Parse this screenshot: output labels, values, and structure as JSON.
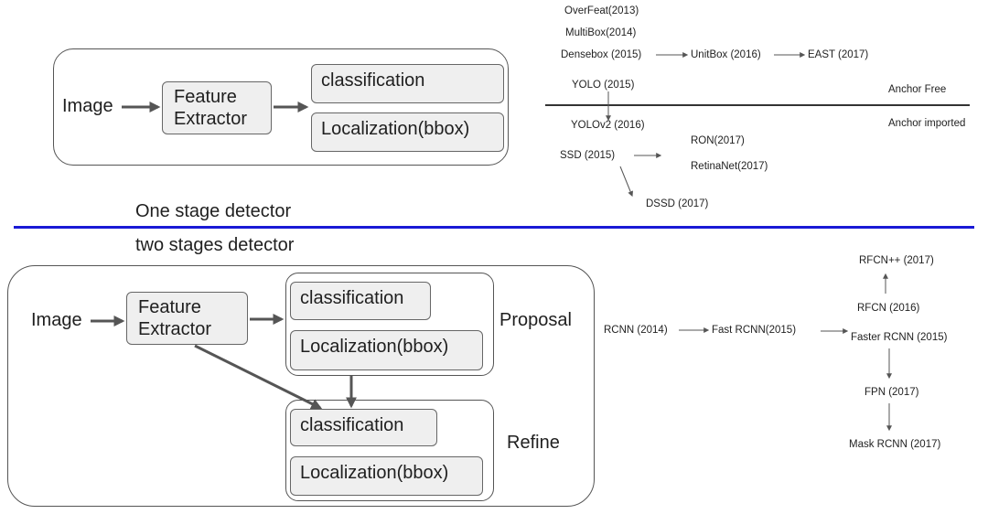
{
  "one_stage": {
    "image_label": "Image",
    "feature_extractor": [
      "Feature",
      "Extractor"
    ],
    "classification": "classification",
    "localization": "Localization(bbox)",
    "caption": "One stage detector"
  },
  "two_stage": {
    "caption": "two stages detector",
    "image_label": "Image",
    "feature_extractor": [
      "Feature",
      "Extractor"
    ],
    "proposal": {
      "label": "Proposal",
      "classification": "classification",
      "localization": "Localization(bbox)"
    },
    "refine": {
      "label": "Refine",
      "classification": "classification",
      "localization": "Localization(bbox)"
    }
  },
  "one_stage_timeline": {
    "overfeat": "OverFeat(2013)",
    "multibox": "MultiBox(2014)",
    "densebox": "Densebox (2015)",
    "unitbox": "UnitBox (2016)",
    "east": "EAST (2017)",
    "yolo": "YOLO (2015)",
    "anchor_free": "Anchor Free",
    "anchor_imported": "Anchor imported",
    "yolov2": "YOLOv2 (2016)",
    "ssd": "SSD (2015)",
    "ron": "RON(2017)",
    "retinanet": "RetinaNet(2017)",
    "dssd": "DSSD (2017)"
  },
  "two_stage_timeline": {
    "rcnn": "RCNN (2014)",
    "fast_rcnn": "Fast RCNN(2015)",
    "faster_rcnn": "Faster RCNN (2015)",
    "rfcn": "RFCN (2016)",
    "rfcn_pp": "RFCN++ (2017)",
    "fpn": "FPN (2017)",
    "mask_rcnn": "Mask RCNN (2017)"
  },
  "colors": {
    "divider": "#1a1ad6",
    "arrow": "#555555",
    "box_fill": "#efefef"
  }
}
